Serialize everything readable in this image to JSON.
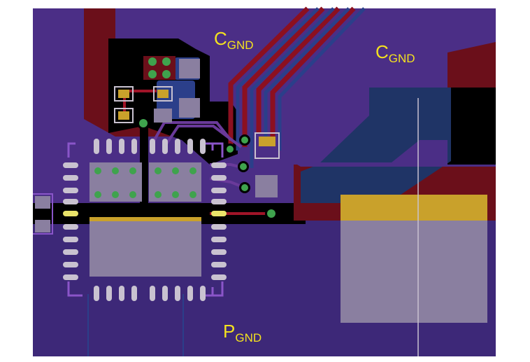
{
  "labels": {
    "cgnd_left": {
      "main": "C",
      "sub": "GND"
    },
    "cgnd_right": {
      "main": "C",
      "sub": "GND"
    },
    "pgnd": {
      "main": "P",
      "sub": "GND"
    }
  },
  "colors": {
    "substrate": "#4b2e86",
    "top_copper_red": "#6b0f1a",
    "bottom_copper_blue": "#1f3466",
    "void_black": "#000000",
    "pad_gold": "#c9a12b",
    "via_green": "#3fa34d",
    "label_yellow": "#f4e21f",
    "silkscreen": "#c9c2d0"
  },
  "components": {
    "qfn_package": "qfn-ic",
    "large_pad": "power-pad",
    "vias": "via"
  }
}
